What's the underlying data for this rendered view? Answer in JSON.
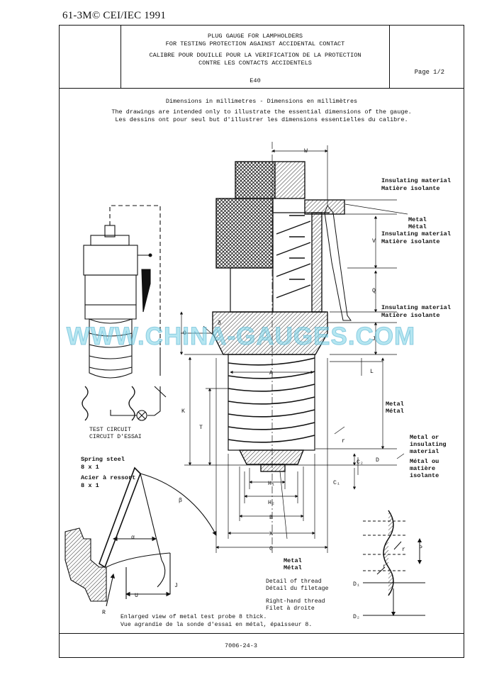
{
  "header": {
    "reference": "61-3M© CEI/IEC 1991",
    "title_en_1": "PLUG GAUGE FOR LAMPHOLDERS",
    "title_en_2": "FOR TESTING PROTECTION AGAINST ACCIDENTAL CONTACT",
    "title_fr_1": "CALIBRE POUR DOUILLE POUR LA VERIFICATION DE LA PROTECTION",
    "title_fr_2": "CONTRE LES CONTACTS ACCIDENTELS",
    "cap_type": "E40",
    "page": "Page 1/2"
  },
  "intro": {
    "dimensions": "Dimensions in millimetres - Dimensions en millimètres",
    "note_en": "The drawings are intended only to illustrate the essential dimensions of the gauge.",
    "note_fr": "Les dessins ont pour seul but d'illustrer les dimensions essentielles du calibre."
  },
  "labels": {
    "W": "W",
    "V": "V",
    "Q": "Q",
    "J": "J",
    "L": "L",
    "A": "A",
    "K": "K",
    "T": "T",
    "O": "O",
    "delta": "δ",
    "D": "D",
    "C2": "C₂",
    "C1": "C₁",
    "r": "r",
    "H1": "H₁",
    "H2": "H₂",
    "B": "B",
    "X": "X",
    "G": "G",
    "alpha": "α",
    "beta": "β",
    "U": "U",
    "J2": "J",
    "R": "R",
    "P": "P",
    "r2": "r",
    "r3": "r",
    "D1": "D₁",
    "D2": "D₂",
    "insulating_1a": "Insulating material",
    "insulating_1b": "Matière isolante",
    "metal_1a": "Metal",
    "metal_1b": "Métal",
    "insulating_2a": "Insulating material",
    "insulating_2b": "Matière isolante",
    "insulating_3a": "Insulating material",
    "insulating_3b": "Matière isolante",
    "metal_2a": "Metal",
    "metal_2b": "Métal",
    "metal_or_1": "Metal or",
    "metal_or_2": "insulating",
    "metal_or_3": "material",
    "metal_ou_1": "Métal ou",
    "metal_ou_2": "matière",
    "metal_ou_3": "isolante",
    "metal_3a": "Metal",
    "metal_3b": "Métal",
    "test_circuit_en": "TEST CIRCUIT",
    "test_circuit_fr": "CIRCUIT D'ESSAI",
    "spring_1": "Spring steel",
    "spring_2": "8 x 1",
    "spring_3": "Acier à ressort",
    "spring_4": "8 x 1",
    "thread_1": "Detail of thread",
    "thread_2": "Détail du filetage",
    "rh_1": "Right-hand thread",
    "rh_2": "Filet à droite",
    "probe_en": "Enlarged view of metal test probe 8 thick.",
    "probe_fr": "Vue agrandie de la sonde d'essai en métal, épaisseur 8."
  },
  "watermark": "WWW.CHINA-GAUGES.COM",
  "footer": {
    "drawing_no": "7006-24-3"
  }
}
